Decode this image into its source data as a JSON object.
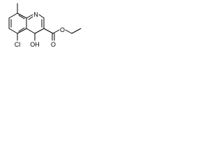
{
  "molecule": {
    "atoms": {
      "nitrogen": "N",
      "chlorine": "Cl",
      "hydroxyl": "OH",
      "carbonyl_oxygen": "O",
      "ester_oxygen": "O"
    }
  }
}
